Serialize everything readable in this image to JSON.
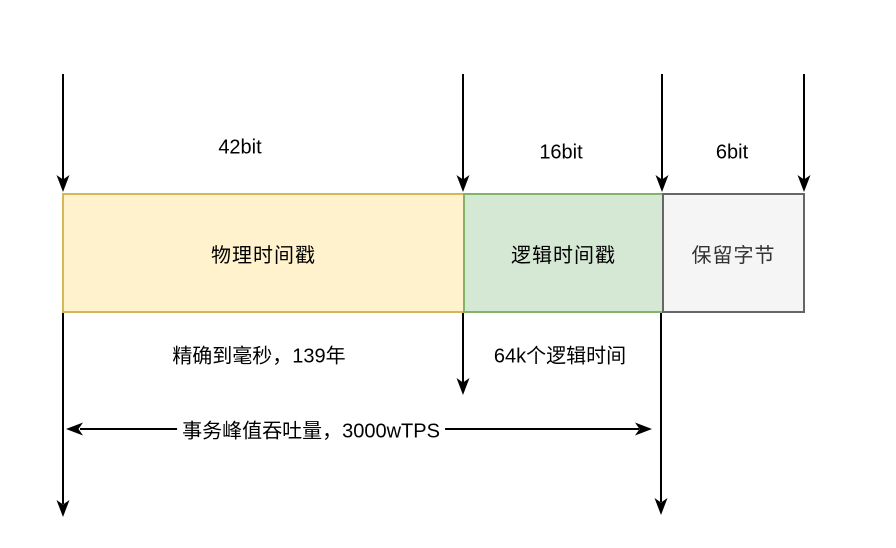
{
  "canvas": {
    "background": "#ffffff",
    "line_color": "#000000"
  },
  "fields": [
    {
      "bits": "42bit",
      "label": "物理时间戳",
      "note": "精确到毫秒，139年",
      "fill": "#FFF2CC",
      "border": "#D6B656",
      "text_color": "#000000"
    },
    {
      "bits": "16bit",
      "label": "逻辑时间戳",
      "note": "64k个逻辑时间",
      "fill": "#D5E8D4",
      "border": "#82B366",
      "text_color": "#000000"
    },
    {
      "bits": "6bit",
      "label": "保留字节",
      "note": "",
      "fill": "#F5F5F5",
      "border": "#666666",
      "text_color": "#333333"
    }
  ],
  "annotations": {
    "throughput": "事务峰值吞吐量，3000wTPS"
  }
}
